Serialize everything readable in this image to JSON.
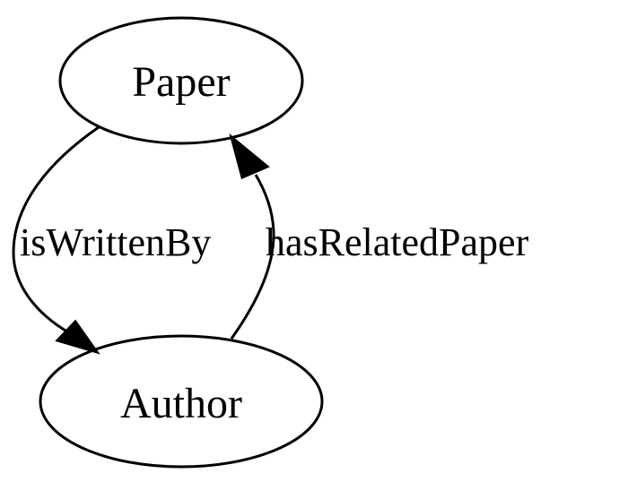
{
  "graph": {
    "nodes": {
      "paper": {
        "label": "Paper"
      },
      "author": {
        "label": "Author"
      }
    },
    "edges": {
      "is_written_by": {
        "label": "isWrittenBy",
        "from": "Paper",
        "to": "Author"
      },
      "has_related_paper": {
        "label": "hasRelatedPaper",
        "from": "Author",
        "to": "Paper"
      }
    },
    "colors": {
      "stroke": "#000000",
      "background": "#ffffff"
    }
  }
}
